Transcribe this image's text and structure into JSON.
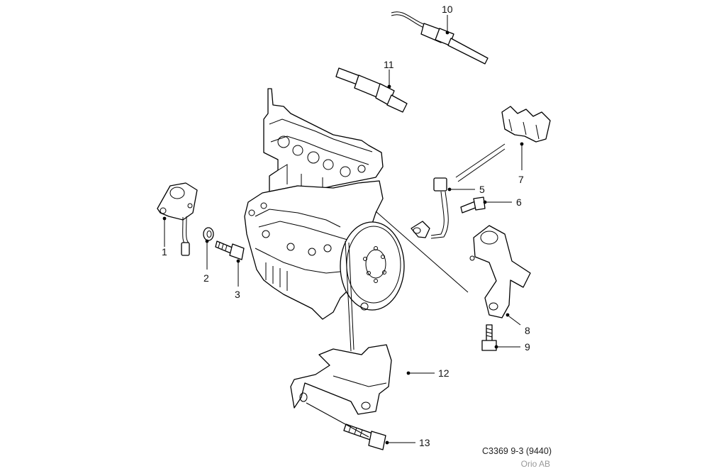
{
  "callouts": [
    {
      "n": "1"
    },
    {
      "n": "2"
    },
    {
      "n": "3"
    },
    {
      "n": "5"
    },
    {
      "n": "6"
    },
    {
      "n": "7"
    },
    {
      "n": "8"
    },
    {
      "n": "9"
    },
    {
      "n": "10"
    },
    {
      "n": "11"
    },
    {
      "n": "12"
    },
    {
      "n": "13"
    }
  ],
  "footer": {
    "reference": "C3369 9-3 (9440)",
    "copyright": "Orio AB"
  }
}
